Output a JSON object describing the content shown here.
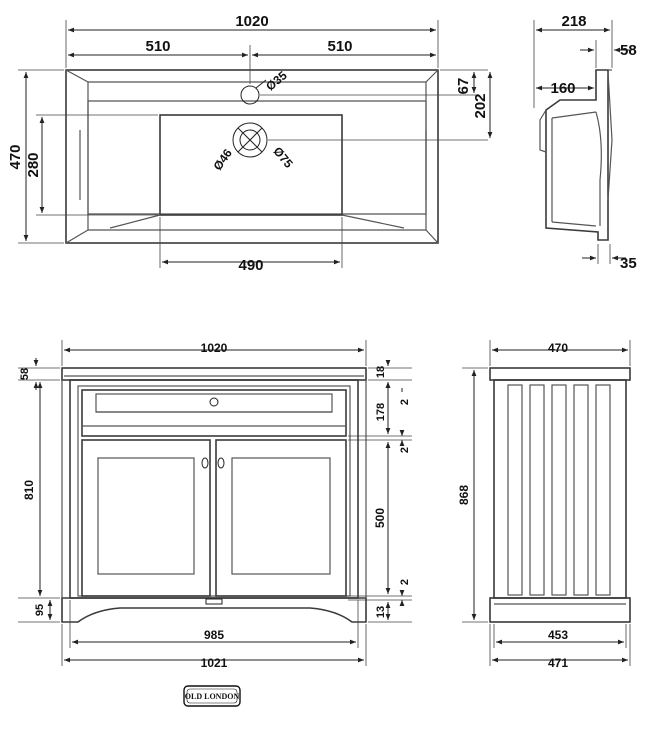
{
  "top_view": {
    "width_total": "1020",
    "width_left_half": "510",
    "width_right_half": "510",
    "depth_total": "470",
    "basin_depth": "280",
    "basin_width": "490",
    "tap_hole_dia": "Ø35",
    "waste_inner_dia": "Ø46",
    "waste_outer_dia": "Ø75",
    "tap_offset": "67",
    "waste_offset": "202"
  },
  "side_basin_view": {
    "depth_total": "218",
    "rim": "58",
    "bowl_depth": "160",
    "base_thickness": "35"
  },
  "front_view": {
    "top_width": "1020",
    "top_thickness": "58",
    "body_height": "810",
    "plinth_height": "95",
    "inner_width": "985",
    "base_width": "1021",
    "gap_top": "18",
    "drawer_height": "178",
    "door_height": "500",
    "gap_bottom": "13",
    "gap_small_1": "2",
    "gap_small_2": "2",
    "gap_small_3": "2"
  },
  "side_view": {
    "top_depth": "470",
    "total_height": "868",
    "inner_depth": "453",
    "base_depth": "471"
  },
  "logo": {
    "text": "OLD LONDON"
  }
}
